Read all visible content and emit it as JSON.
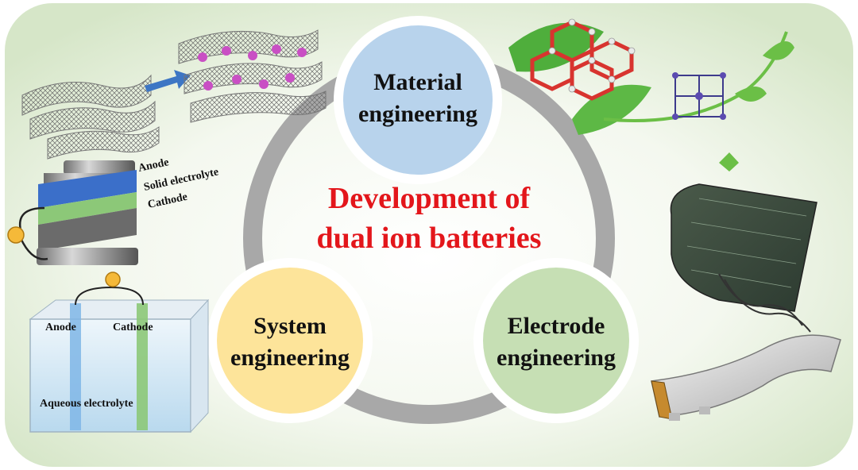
{
  "center_title": {
    "line1": "Development of",
    "line2": "dual ion batteries",
    "color": "#e3161b"
  },
  "nodes": {
    "material": {
      "line1": "Material",
      "line2": "engineering",
      "fill": "#b8d3ec"
    },
    "system": {
      "line1": "System",
      "line2": "engineering",
      "fill": "#fde49a"
    },
    "electrode": {
      "line1": "Electrode",
      "line2": "engineering",
      "fill": "#c6dfb4"
    }
  },
  "solid_battery": {
    "anode": "Anode",
    "electrolyte": "Solid electrolyte",
    "cathode": "Cathode"
  },
  "aqueous_cell": {
    "anode": "Anode",
    "cathode": "Cathode",
    "electrolyte": "Aqueous electrolyte"
  },
  "colors": {
    "ring": "#a8a8a8",
    "background_light": "#ffffff",
    "background_green": "#dfead5",
    "anode_blue": "#3b6fc9",
    "cathode_green": "#8cc878"
  }
}
